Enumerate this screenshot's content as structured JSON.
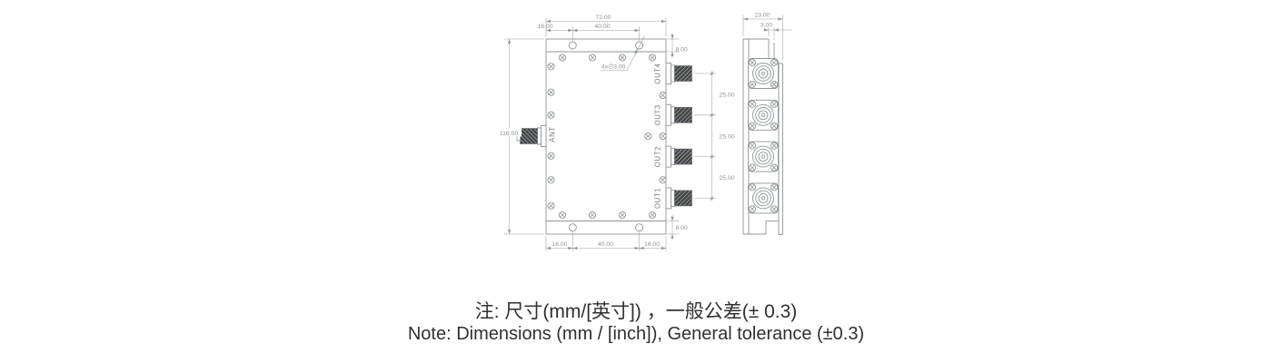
{
  "front_view": {
    "ports": {
      "ant": "ANT",
      "out1": "OUT1",
      "out2": "OUT2",
      "out3": "OUT3",
      "out4": "OUT4"
    },
    "dims": {
      "overall_width": "72.00",
      "overall_height": "116.00",
      "top_hole_offset": "16.00",
      "top_hole_spacing": "40.00",
      "top_strip_height": "8.00",
      "bottom_strip_height": "8.00",
      "bottom_left_offset": "16.00",
      "bottom_hole_spacing": "40.00",
      "bottom_right_offset": "16.00",
      "port_spacing": "25.00",
      "mounting_holes": "4x∅3.00"
    }
  },
  "side_view": {
    "dims": {
      "overall_depth": "23.00",
      "cover_thickness": "3.00"
    }
  },
  "note": {
    "line1": "注: 尺寸(mm/[英寸]) ，一般公差(± 0.3)",
    "line2": "Note: Dimensions (mm / [inch]), General tolerance (±0.3)"
  },
  "colors": {
    "line": "#8f949a",
    "dim_text": "#8d9197",
    "label_text": "#73777c",
    "note_text": "#2f3032",
    "knurl_dark": "#45464a",
    "background": "#ffffff"
  }
}
